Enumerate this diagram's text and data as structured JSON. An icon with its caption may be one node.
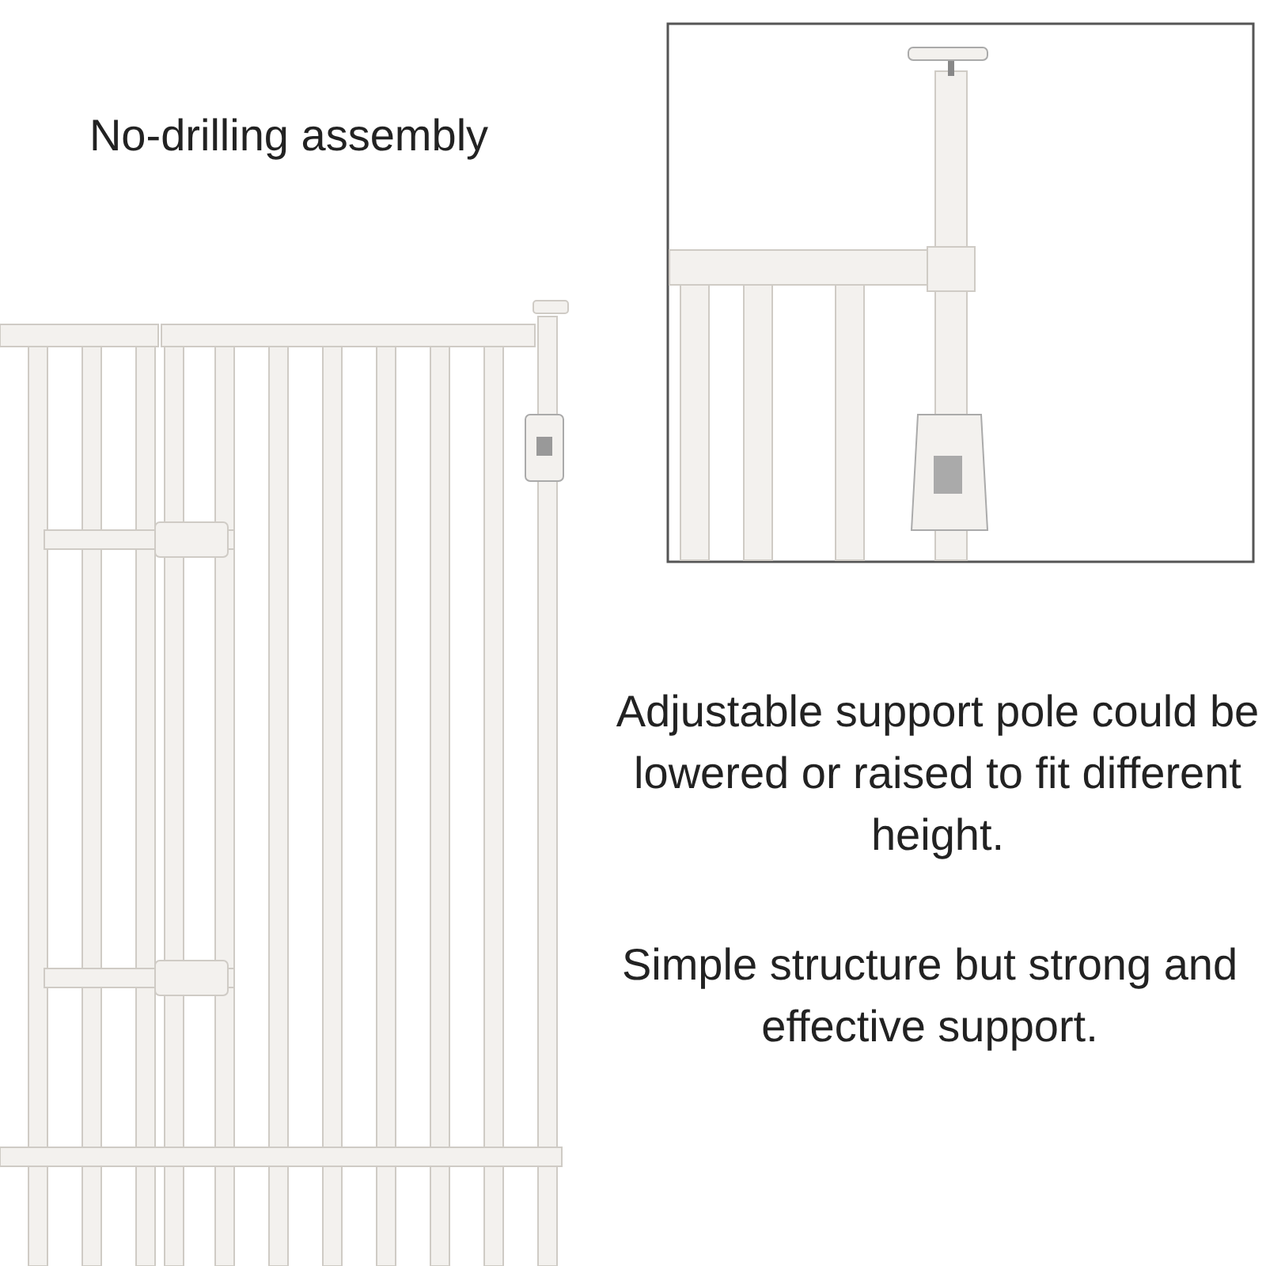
{
  "diagram": {
    "labels": [
      "No-drilling assembly",
      "Adjustable support pole could be lowered or raised to fit different height.",
      "Simple structure but strong and effective support."
    ]
  }
}
